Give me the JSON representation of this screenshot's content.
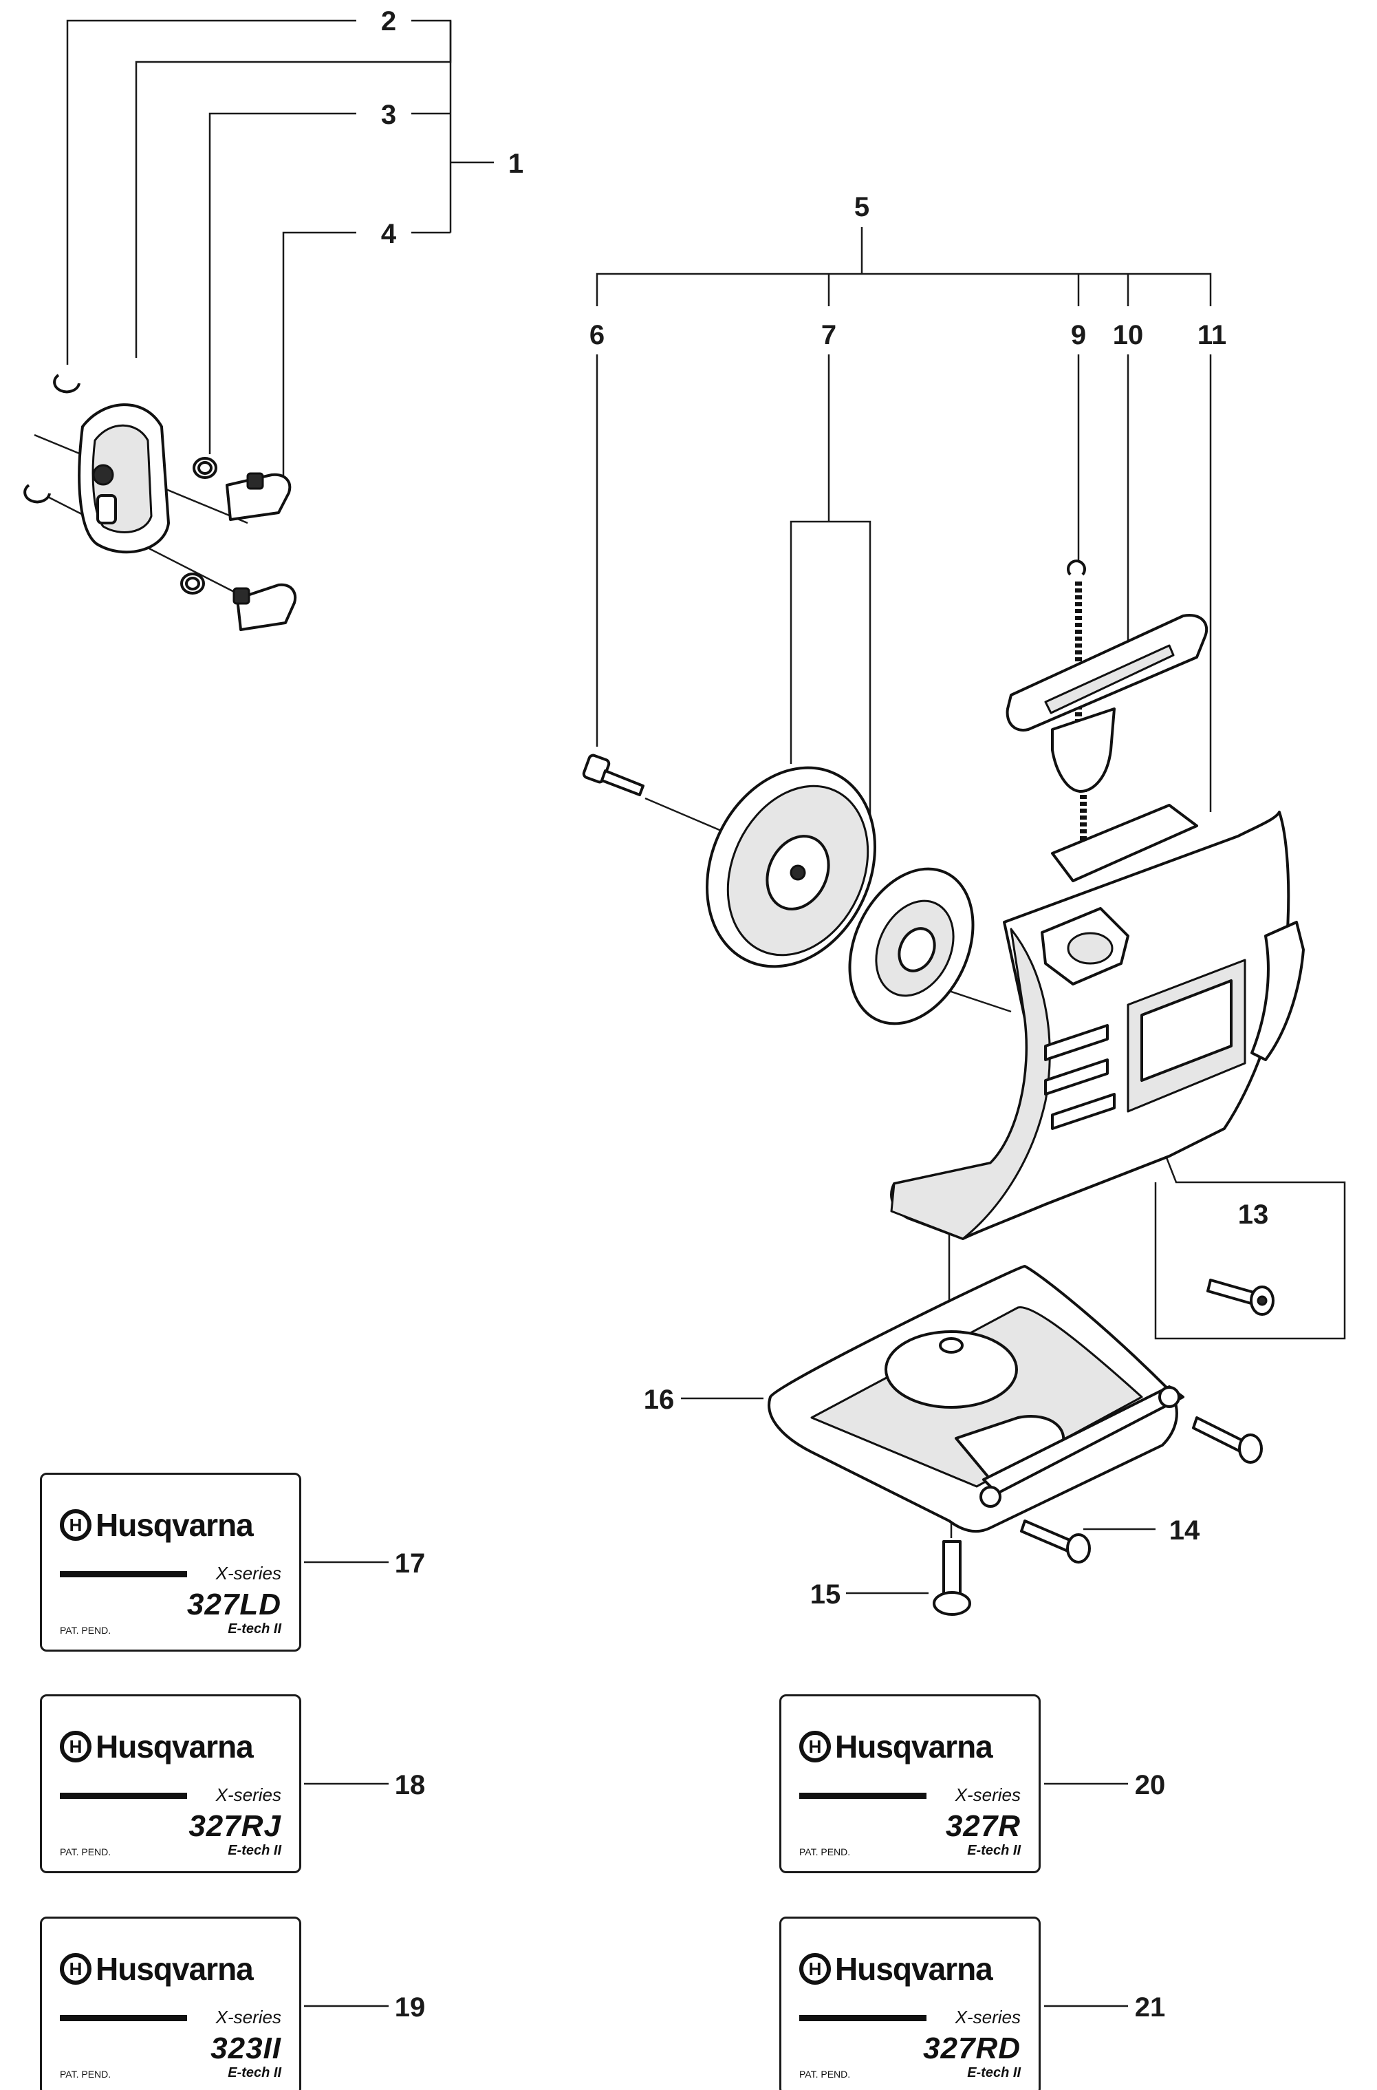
{
  "callouts": {
    "c1": "1",
    "c2": "2",
    "c3": "3",
    "c4": "4",
    "c5": "5",
    "c6": "6",
    "c7": "7",
    "c9": "9",
    "c10": "10",
    "c11": "11",
    "c13": "13",
    "c14": "14",
    "c15": "15",
    "c16": "16",
    "c17": "17",
    "c18": "18",
    "c19": "19",
    "c20": "20",
    "c21": "21"
  },
  "decals": [
    {
      "brand": "Husqvarna",
      "series": "X-series",
      "model": "327LD",
      "pat": "PAT. PEND.",
      "tech": "E-tech II"
    },
    {
      "brand": "Husqvarna",
      "series": "X-series",
      "model": "327RJ",
      "pat": "PAT. PEND.",
      "tech": "E-tech II"
    },
    {
      "brand": "Husqvarna",
      "series": "X-series",
      "model": "323II",
      "pat": "PAT. PEND.",
      "tech": "E-tech II"
    },
    {
      "brand": "Husqvarna",
      "series": "X-series",
      "model": "327R",
      "pat": "PAT. PEND.",
      "tech": "E-tech II"
    },
    {
      "brand": "Husqvarna",
      "series": "X-series",
      "model": "327RD",
      "pat": "PAT. PEND.",
      "tech": "E-tech II"
    }
  ],
  "brand_logo_letter": "H"
}
